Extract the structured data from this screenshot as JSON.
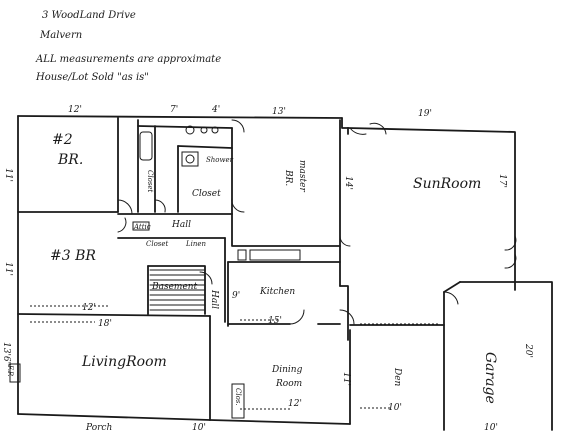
{
  "header": {
    "address": "3 WoodLand Drive",
    "town": "Malvern",
    "note_line1": "ALL measurements are approximate",
    "note_line2": "House/Lot Sold \"as is\""
  },
  "rooms": {
    "br2": "#2",
    "br2_sub": "BR.",
    "br3": "#3 BR",
    "master": "master",
    "master_sub": "BR.",
    "sunroom": "SunRoom",
    "closet_main": "Closet",
    "closet_left": "Closet",
    "closet_hall": "Closet",
    "linen": "Linen",
    "attic": "Attic",
    "hall": "Hall",
    "hall_vertical": "Hall",
    "shower": "Shower",
    "basement": "Basement",
    "kitchen": "Kitchen",
    "living": "LivingRoom",
    "dining": "Dining",
    "dining_sub": "Room",
    "den": "Den",
    "garage": "Garage",
    "fp": "F.P.",
    "porch": "Porch",
    "closet_small": "Clos."
  },
  "dims": {
    "d12a": "12'",
    "d7": "7'",
    "d4": "4'",
    "d13": "13'",
    "d19": "19'",
    "d11a": "11'",
    "d11b": "11'",
    "d14": "14'",
    "d17": "17'",
    "d12b": "12'",
    "d18": "18'",
    "d13_6": "13'6\"",
    "d9": "9'",
    "d15": "15'",
    "d12c": "12'",
    "d11c": "11'",
    "d10a": "10'",
    "d20": "20'",
    "d10b": "10'",
    "d10c": "10'"
  }
}
